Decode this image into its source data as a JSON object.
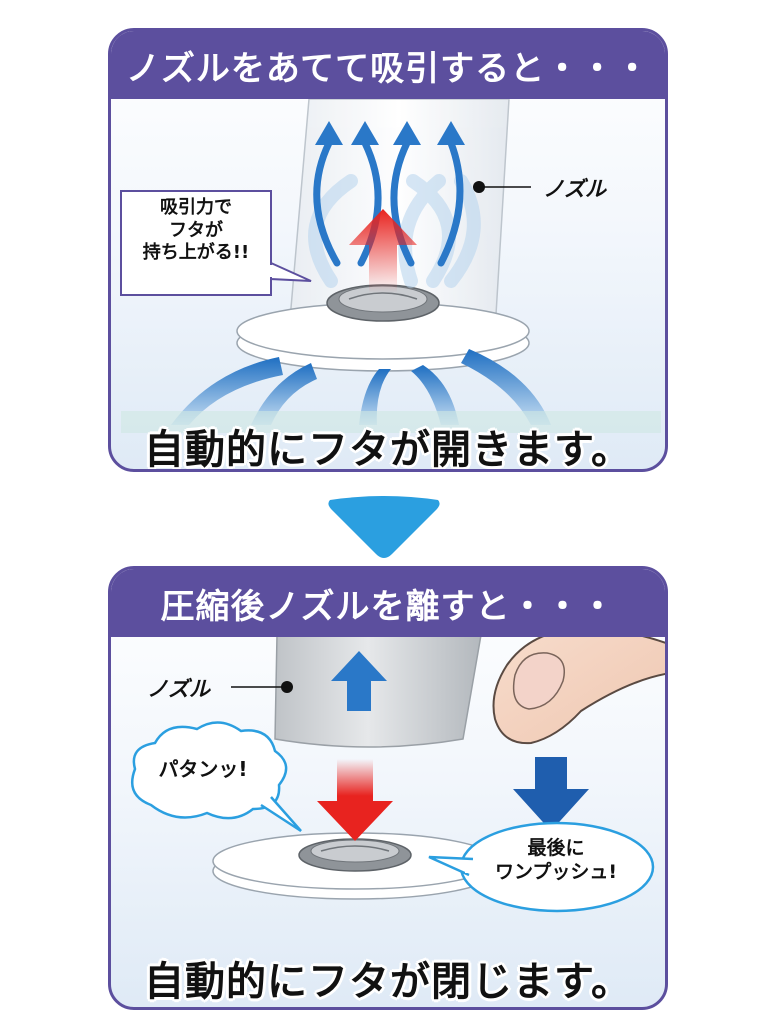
{
  "top_panel": {
    "header": "ノズルをあてて吸引すると・・・",
    "nozzle_label": "ノズル",
    "callout_lines": [
      "吸引力で",
      "フタが",
      "持ち上がる!!"
    ],
    "caption": "自動的にフタが開きます。"
  },
  "bottom_panel": {
    "header": "圧縮後ノズルを離すと・・・",
    "nozzle_label": "ノズル",
    "callout_left": "パタンッ!",
    "callout_right_lines": [
      "最後に",
      "ワンプッシュ!"
    ],
    "caption": "自動的にフタが閉じます。"
  },
  "colors": {
    "header_purple": "#5c4f9e",
    "arrow_blue": "#2a78c8",
    "arrow_red": "#e8231f",
    "divider_blue": "#2b9fe0"
  },
  "icons": [
    "airflow-arrow-icon",
    "lift-arrow-icon",
    "down-arrow-icon",
    "finger-icon",
    "nozzle-icon",
    "valve-cap-icon"
  ]
}
